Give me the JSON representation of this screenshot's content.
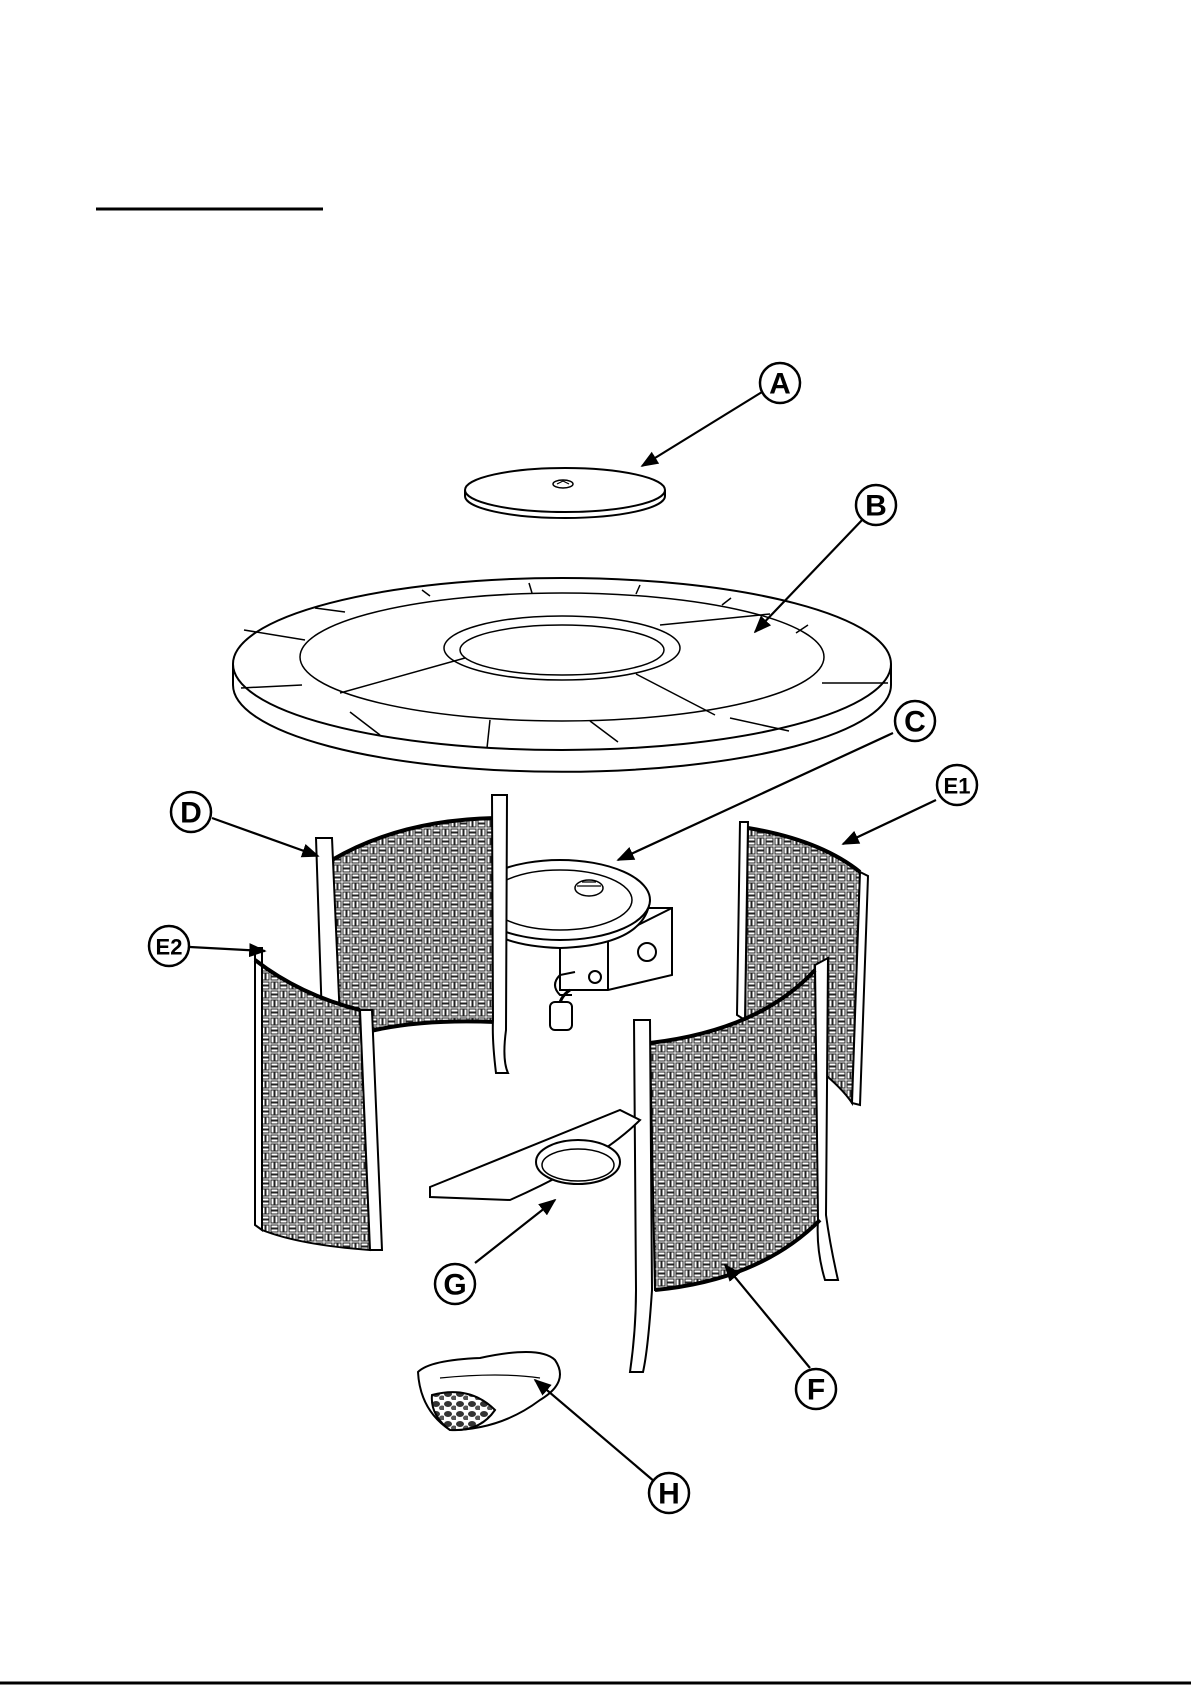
{
  "title_rule": "",
  "callouts": [
    {
      "id": "A",
      "label": "A"
    },
    {
      "id": "B",
      "label": "B"
    },
    {
      "id": "C",
      "label": "C"
    },
    {
      "id": "D",
      "label": "D"
    },
    {
      "id": "E1",
      "label": "E1"
    },
    {
      "id": "E2",
      "label": "E2"
    },
    {
      "id": "F",
      "label": "F"
    },
    {
      "id": "G",
      "label": "G"
    },
    {
      "id": "H",
      "label": "H"
    }
  ],
  "colors": {
    "ink": "#000000",
    "paper": "#ffffff",
    "weave": "#333333"
  }
}
